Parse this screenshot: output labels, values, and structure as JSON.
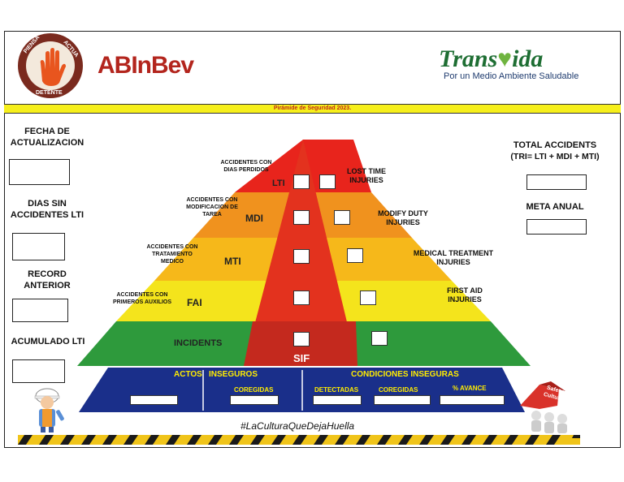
{
  "header": {
    "brand_left": "ABInBev",
    "brand_right_part1": "Trans",
    "brand_right_part2": "ida",
    "brand_right_tagline": "Por un Medio Ambiente Saludable",
    "seal_top_left": "PIENSA",
    "seal_top_right": "ACTUA",
    "seal_bottom": "DETENTE"
  },
  "banner": {
    "title": "Pirámide de Seguridad 2023."
  },
  "left_panel": {
    "fecha_label": "FECHA DE ACTUALIZACION",
    "dias_label": "DIAS SIN ACCIDENTES LTI",
    "record_label": "RECORD ANTERIOR",
    "acumulado_label": "ACUMULADO LTI"
  },
  "right_panel": {
    "total_label": "TOTAL ACCIDENTS",
    "total_formula": "(TRI= LTI + MDI + MTI)",
    "meta_label": "META ANUAL"
  },
  "pyramid": {
    "lti": {
      "code": "LTI",
      "left_desc": "ACCIDENTES CON DIAS PERDIDOS",
      "right_desc": "LOST TIME INJURIES"
    },
    "mdi": {
      "code": "MDI",
      "left_desc": "ACCIDENTES CON MODIFICACION DE TAREA",
      "right_desc": "MODIFY DUTY INJURIES"
    },
    "mti": {
      "code": "MTI",
      "left_desc": "ACCIDENTES CON TRATAMIENTO MEDICO",
      "right_desc": "MEDICAL TREATMENT INJURIES"
    },
    "fai": {
      "code": "FAI",
      "left_desc": "ACCIDENTES CON PRIMEROS AUXILIOS",
      "right_desc": "FIRST AID INJURIES"
    },
    "incidents": {
      "code": "INCIDENTS"
    },
    "sif": {
      "code": "SIF"
    },
    "colors": {
      "red": "#e8241c",
      "orange": "#f0921e",
      "amber": "#f6b81a",
      "yellow": "#f4e41c",
      "green": "#2e9a3c",
      "sif": "#c4291e",
      "navy": "#1a2f8a"
    }
  },
  "base": {
    "actos": "ACTOS",
    "inseguros": "INSEGUROS",
    "coregidas_1": "COREGIDAS",
    "condiciones": "CONDICIONES INSEGURAS",
    "detectadas": "DETECTADAS",
    "coregidas_2": "COREGIDAS",
    "avance": "% AVANCE"
  },
  "footer": {
    "hashtag": "#LaCulturaQueDejaHuella",
    "safety_culture": "Safety Culture"
  }
}
